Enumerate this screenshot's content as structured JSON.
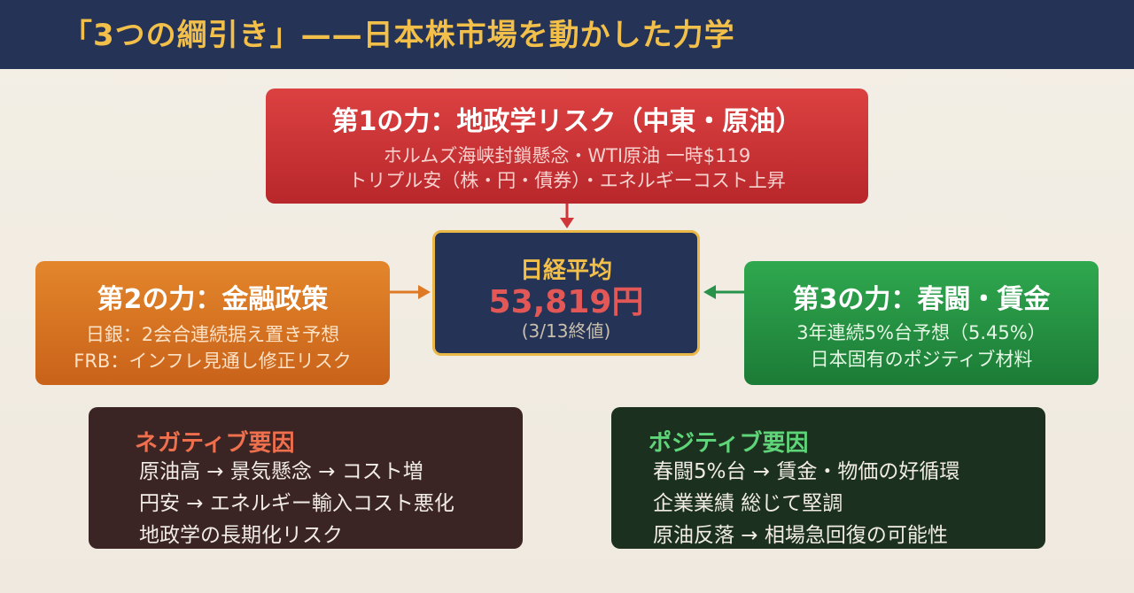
{
  "header": {
    "title": "「3つの綱引き」——日本株市場を動かした力学"
  },
  "force1": {
    "title": "第1の力：地政学リスク（中東・原油）",
    "lines": [
      "ホルムズ海峡封鎖懸念・WTI原油 一時$119",
      "トリプル安（株・円・債券）・エネルギーコスト上昇"
    ]
  },
  "force2": {
    "title": "第2の力：金融政策",
    "lines": [
      "日銀：2会合連続据え置き予想",
      "FRB：インフレ見通し修正リスク"
    ]
  },
  "force3": {
    "title": "第3の力：春闘・賃金",
    "lines": [
      "3年連続5%台予想（5.45%）",
      "日本固有のポジティブ材料"
    ]
  },
  "center": {
    "title": "日経平均",
    "value": "53,819円",
    "sub": "(3/13終値)"
  },
  "negative": {
    "title": "ネガティブ要因",
    "items": [
      "原油高 → 景気懸念 → コスト増",
      "円安 → エネルギー輸入コスト悪化",
      "地政学の長期化リスク"
    ]
  },
  "positive": {
    "title": "ポジティブ要因",
    "items": [
      "春闘5%台 → 賃金・物価の好循環",
      "企業業績 総じて堅調",
      "原油反落 → 相場急回復の可能性"
    ]
  },
  "colors": {
    "header_bg": "#253356",
    "accent_gold": "#f2c04a",
    "force1": "#d0353a",
    "force2": "#de7a24",
    "force3": "#27934a",
    "center_value": "#e35757",
    "negative_title": "#f0704e",
    "positive_title": "#5fd579"
  }
}
